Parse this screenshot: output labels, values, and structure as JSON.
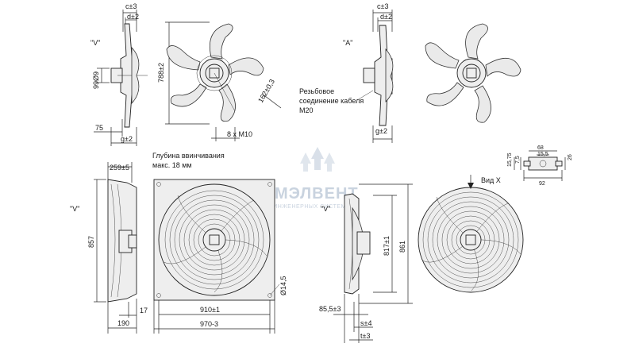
{
  "labels": {
    "c1": "c±3",
    "d1": "d±2",
    "v1": "\"V\"",
    "d99": "99Ø9",
    "d75": "75",
    "g1": "g±2",
    "d788": "788±2",
    "d162": "162±0,3",
    "m10": "8 x M10",
    "c2": "c±3",
    "d2": "d±2",
    "a": "\"A\"",
    "g2": "g±2",
    "rez1": "Резьбовое",
    "rez2": "соединение кабеля",
    "rez3": "M20",
    "depth1": "Глубина ввинчивания",
    "depth2": "макс. 18 мм",
    "d259": "259±5",
    "v2": "\"V\"",
    "d857": "857",
    "d17": "17",
    "d190": "190",
    "d910": "910±1",
    "d970": "970-3",
    "d14": "Ø14,5",
    "v3": "\"V\"",
    "d817": "817±1",
    "d861": "861",
    "d85": "85,5±3",
    "s": "s±4",
    "t": "t±3",
    "vidx": "Вид X",
    "b1575": "15,75",
    "b75": "7,5",
    "b68": "68",
    "b155": "15,5",
    "b26": "26",
    "b92": "92"
  },
  "watermark": {
    "brand": "ПРОМЭЛВЕНТ",
    "tag": "ПОСТАВКИ ИНЖЕНЕРНЫХ СИСТЕМ"
  },
  "colors": {
    "line": "#222222",
    "part_fill": "#eeeeee",
    "watermark": "#c9d3df"
  }
}
